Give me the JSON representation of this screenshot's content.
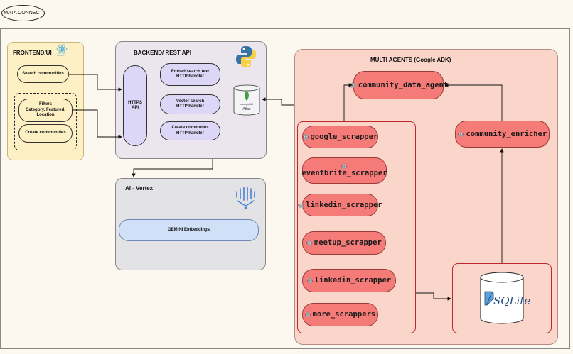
{
  "app_title": "MATA CONNECT",
  "frontend": {
    "label": "FRONTEND/UI",
    "logo_text": "React",
    "search": "Search communities",
    "filters": [
      "Filters",
      "Category, Featured,",
      "Location"
    ],
    "create": "Create communities"
  },
  "backend": {
    "label": "BACKEND/ REST API",
    "https": [
      "HTTPS",
      "API"
    ],
    "embed": [
      "Embed search text",
      "HTTP handler"
    ],
    "vector": [
      "Vector search",
      "HTTP handler"
    ],
    "create": [
      "Create commuties",
      "HTTP handler"
    ],
    "db_label": "mongoDB",
    "db_sub": "Atlas"
  },
  "vertex": {
    "label": "AI - Vertex",
    "gemini": "GEMINI Embeddings"
  },
  "agents": {
    "label": "MULTI AGENTS (Google ADK)",
    "data_agent": "community_data_agent",
    "enricher": "community_enricher",
    "scrappers": {
      "google": "google_scrapper",
      "eventbrite": "eventbrite_scrapper",
      "linkedin_1": "linkedin_scrapper",
      "meetup": "meetup_scrapper",
      "linkedin_2": "linkedin_scrapper",
      "more": "more_scrappers"
    },
    "sqlite": "SQLite"
  },
  "icons": {
    "robot": "robot-icon",
    "react": "react-logo-icon",
    "python": "python-logo-icon",
    "mongo": "mongodb-leaf-icon",
    "vertex": "vertex-ai-icon",
    "sqlite": "sqlite-database-icon"
  },
  "colors": {
    "background": "#fdf8ef",
    "frontend": "#fdf0c4",
    "backend": "#ebe6ee",
    "vertex": "#e3e3e6",
    "agents": "#f9d5ca",
    "agent_pill": "#f47b78",
    "red_border": "#c0282d"
  }
}
